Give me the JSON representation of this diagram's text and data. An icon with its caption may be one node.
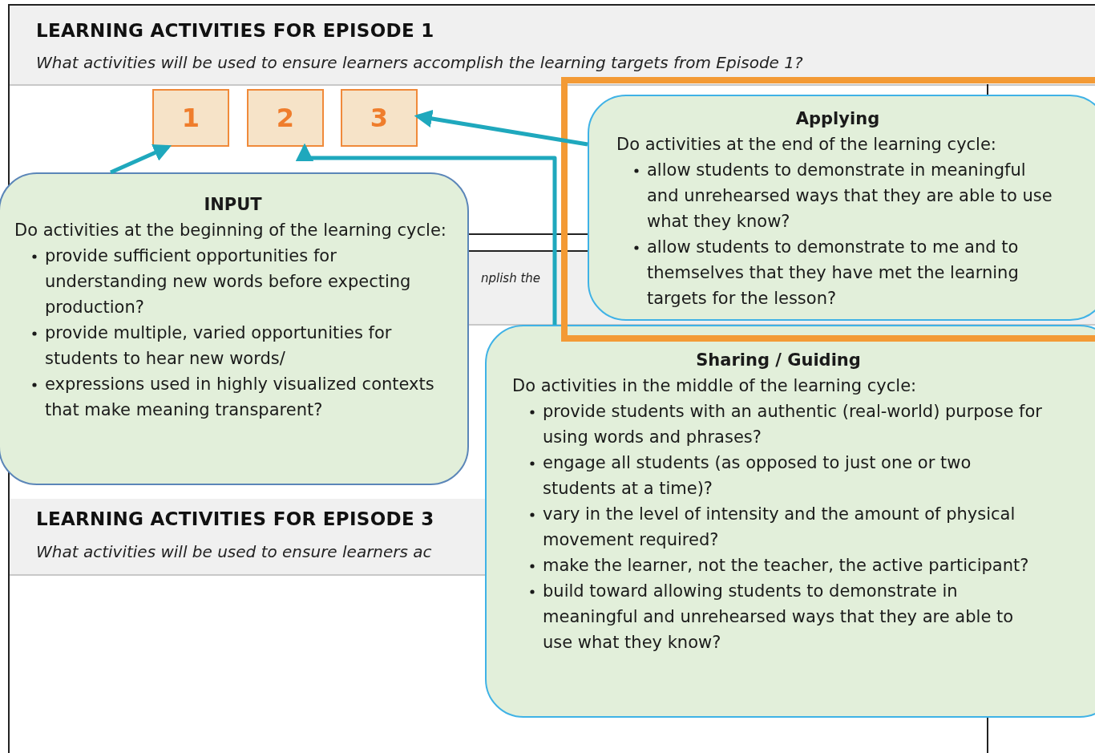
{
  "diagram": {
    "nodes": [
      {
        "text": [
          "1"
        ]
      },
      {
        "text": [
          "2"
        ]
      },
      {
        "text": [
          "3"
        ]
      },
      {
        "text": [
          "INPUT",
          "Do activities at the beginning of the learning cycle:",
          "provide sufficient opportunities for understanding new words before expecting production?",
          "provide multiple, varied opportunities for students to hear new words/",
          "expressions used in highly visualized contexts that  make meaning transparent?"
        ]
      },
      {
        "text": [
          "Applying",
          "Do activities at the end of the learning cycle:",
          "allow students to demonstrate in meaningful and unrehearsed ways that they are able to use what they know?",
          "allow students to demonstrate to me and to themselves that they have met the learning targets for the lesson?"
        ]
      },
      {
        "text": [
          "Sharing / Guiding",
          "Do activities in the middle of the learning cycle:",
          "provide students with an authentic (real-world) purpose for using words and phrases?",
          "engage all students (as opposed to just one or two students at a time)?",
          "vary in the level of intensity and the amount of physical movement required?",
          "make the learner, not the teacher, the active participant?",
          "build toward allowing students to demonstrate in meaningful and unrehearsed ways that they are able to use what they know?"
        ]
      }
    ],
    "edges": [
      {
        "from": 3,
        "to": 0,
        "arrow": "to"
      },
      {
        "from": 5,
        "to": 1,
        "arrow": "to"
      },
      {
        "from": 4,
        "to": 2,
        "arrow": "to"
      }
    ],
    "labels": [
      "LEARNING ACTIVITIES FOR EPISODE 1",
      "What activities will be used to ensure learners accomplish the learning targets from Episode 1?",
      "nplish the",
      "LEARNING ACTIVITIES FOR EPISODE 3",
      "What activities will be used to ensure learners ac"
    ]
  }
}
